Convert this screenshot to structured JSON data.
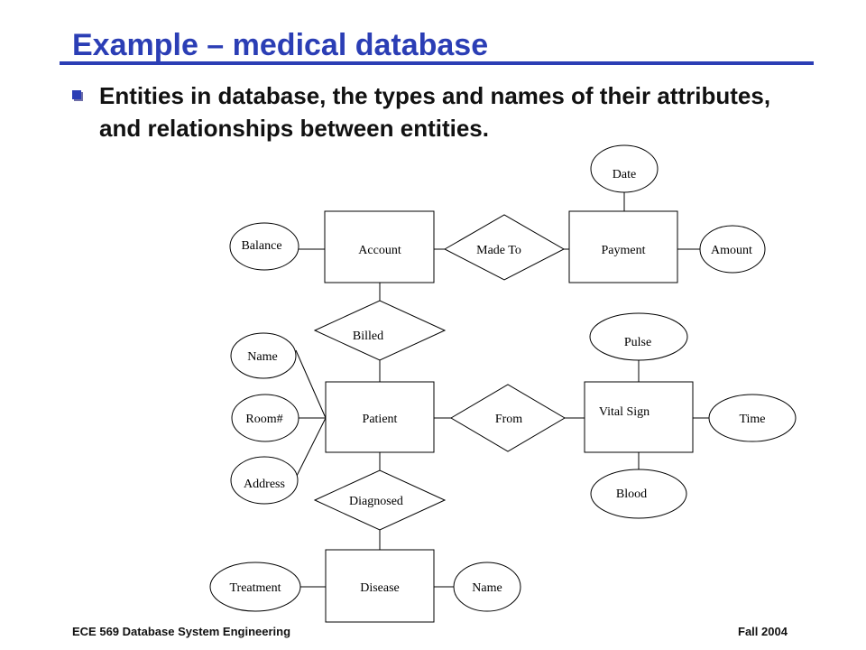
{
  "slide": {
    "title": "Example – medical database",
    "bullet": "Entities in database, the types and names of their attributes, and relationships between entities."
  },
  "diagram": {
    "entities": {
      "account": "Account",
      "payment": "Payment",
      "patient": "Patient",
      "vital_sign": "Vital Sign",
      "disease": "Disease"
    },
    "relationships": {
      "made_to": "Made To",
      "billed": "Billed",
      "from": "From",
      "diagnosed": "Diagnosed"
    },
    "attributes": {
      "date": "Date",
      "balance": "Balance",
      "amount": "Amount",
      "patient_name": "Name",
      "room": "Room#",
      "address": "Address",
      "pulse": "Pulse",
      "time": "Time",
      "blood": "Blood",
      "treatment": "Treatment",
      "disease_name": "Name"
    }
  },
  "footer": {
    "course": "ECE 569 Database System Engineering",
    "term": "Fall 2004"
  },
  "colors": {
    "title": "#2b3eb5",
    "bullet": "#2b3eb5"
  }
}
